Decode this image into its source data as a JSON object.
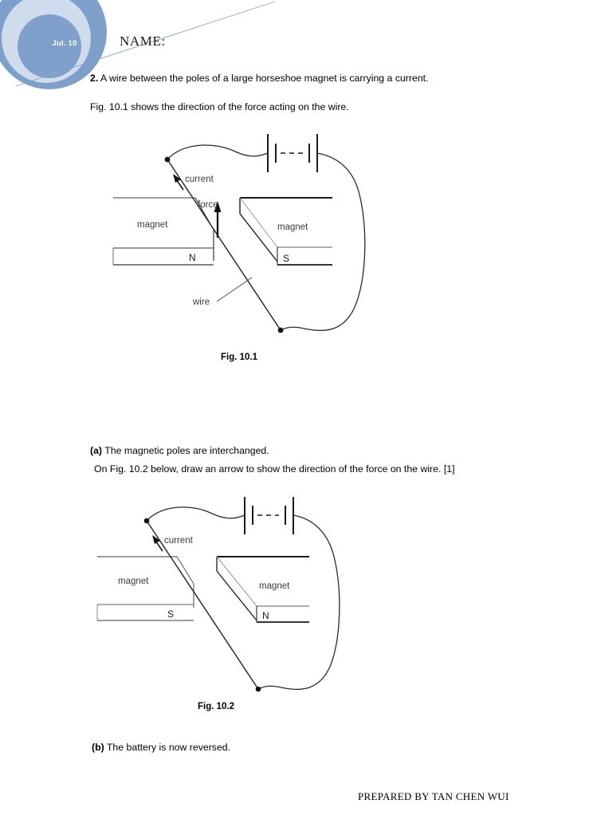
{
  "header": {
    "date_badge": "Jul. 10",
    "name_label": "NAME:",
    "accent_color": "#7e9fc9",
    "pale_color": "#cfdcee",
    "inner_color": "#7fa0ca",
    "line_color": "#8aa6c8"
  },
  "body": {
    "question_number": "2.",
    "question_text": "A wire between the poles of a large horseshoe magnet is carrying a current.",
    "fig_intro": "Fig. 10.1 shows the direction of the force acting on the wire.",
    "part_a_marker": "(a)",
    "part_a_text": "The magnetic poles are interchanged.",
    "part_a_sub": "On Fig. 10.2 below, draw an arrow to show the direction of the force on the wire. [1]",
    "part_b_marker": "(b)",
    "part_b_text": "The battery is now reversed."
  },
  "figure_1": {
    "caption": "Fig. 10.1",
    "labels": {
      "current": "current",
      "force": "force",
      "wire": "wire",
      "magnet_left": "magnet",
      "magnet_right": "magnet",
      "pole_left": "N",
      "pole_right": "S"
    }
  },
  "figure_2": {
    "caption": "Fig. 10.2",
    "labels": {
      "current": "current",
      "magnet_left": "magnet",
      "magnet_right": "magnet",
      "pole_left": "S",
      "pole_right": "N"
    }
  },
  "footer": {
    "credit": "PREPARED BY TAN CHEN WUI"
  }
}
